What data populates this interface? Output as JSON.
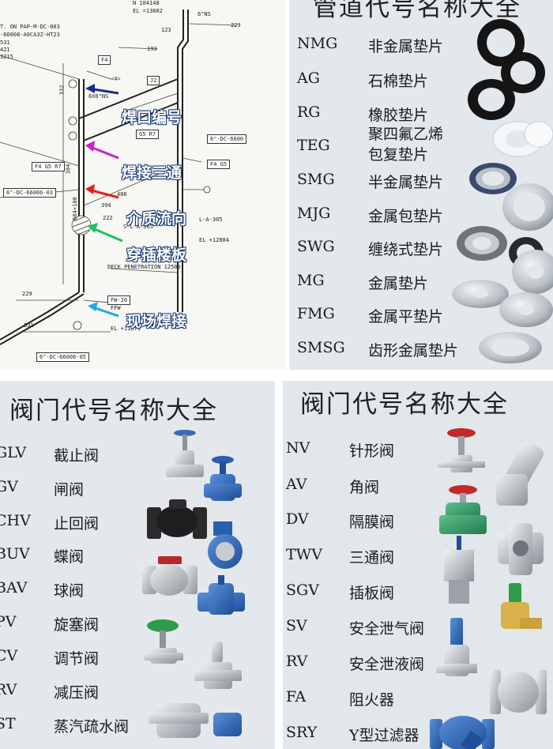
{
  "iso": {
    "header_lines": [
      "N 104148",
      "EL =13882"
    ],
    "ref_lines": [
      "T. ON PAP-M-DC-003",
      "-66008-A0CA3Z-HT23",
      "531",
      "421",
      "3215"
    ],
    "line_tags": [
      "6\"-DC-6600",
      "6\"-DC-66006-03",
      "6\"-DC-66006-05"
    ],
    "markers": [
      "F4",
      "J2",
      "F4 G5 R7",
      "F4 G5",
      "G5 R7",
      "FW-20",
      "FFW"
    ],
    "dims": [
      "229",
      "123",
      "193",
      "332",
      "384",
      "664+100",
      "406",
      "222",
      "394",
      "229",
      "531",
      "6\"NS",
      "6X6\"NS",
      "<4>"
    ],
    "notes": [
      "S-L-A-305",
      "L-A-305",
      "EL +12884",
      "DECK PENETRATION 12500",
      "EL +11971"
    ],
    "labels": [
      "焊口编号",
      "焊接三通",
      "介质流向",
      "穿插楼板",
      "现场焊接"
    ]
  },
  "gasket": {
    "title": "管道代号名称大全",
    "rows": [
      {
        "code": "NMG",
        "name": "非金属垫片"
      },
      {
        "code": "AG",
        "name": "石棉垫片"
      },
      {
        "code": "RG",
        "name": "橡胶垫片"
      },
      {
        "code": "TEG",
        "name": "聚四氟乙烯",
        "name2": "包复垫片"
      },
      {
        "code": "SMG",
        "name": "半金属垫片"
      },
      {
        "code": "MJG",
        "name": "金属包垫片"
      },
      {
        "code": "SWG",
        "name": "缠绕式垫片"
      },
      {
        "code": "MG",
        "name": "金属垫片"
      },
      {
        "code": "FMG",
        "name": "金属平垫片"
      },
      {
        "code": "SMSG",
        "name": "齿形金属垫片"
      }
    ]
  },
  "valve1": {
    "title": "阀门代号名称大全",
    "rows": [
      {
        "code": "GLV",
        "name": "截止阀"
      },
      {
        "code": "GV",
        "name": "闸阀"
      },
      {
        "code": "CHV",
        "name": "止回阀"
      },
      {
        "code": "BUV",
        "name": "蝶阀"
      },
      {
        "code": "BAV",
        "name": "球阀"
      },
      {
        "code": "PV",
        "name": "旋塞阀"
      },
      {
        "code": "CV",
        "name": "调节阀"
      },
      {
        "code": "RV",
        "name": "减压阀"
      },
      {
        "code": "ST",
        "name": "蒸汽疏水阀"
      }
    ]
  },
  "valve2": {
    "title": "阀门代号名称大全",
    "rows": [
      {
        "code": "NV",
        "name": "针形阀"
      },
      {
        "code": "AV",
        "name": "角阀"
      },
      {
        "code": "DV",
        "name": "隔膜阀"
      },
      {
        "code": "TWV",
        "name": "三通阀"
      },
      {
        "code": "SGV",
        "name": "插板阀"
      },
      {
        "code": "SV",
        "name": "安全泄气阀"
      },
      {
        "code": "RV",
        "name": "安全泄液阀"
      },
      {
        "code": "FA",
        "name": "阻火器"
      },
      {
        "code": "SRY",
        "name": "Y型过滤器"
      }
    ]
  },
  "colors": {
    "label_blue": "#1a3a78",
    "arrow_navy": "#1e2a8a",
    "arrow_magenta": "#d020c8",
    "arrow_red": "#e02020",
    "arrow_green": "#20c060",
    "arrow_cyan": "#20a8e0",
    "valve_blue": "#2a5fae",
    "valve_red": "#c62828",
    "valve_green": "#2e9a4a",
    "steel": "#b8bec4"
  }
}
